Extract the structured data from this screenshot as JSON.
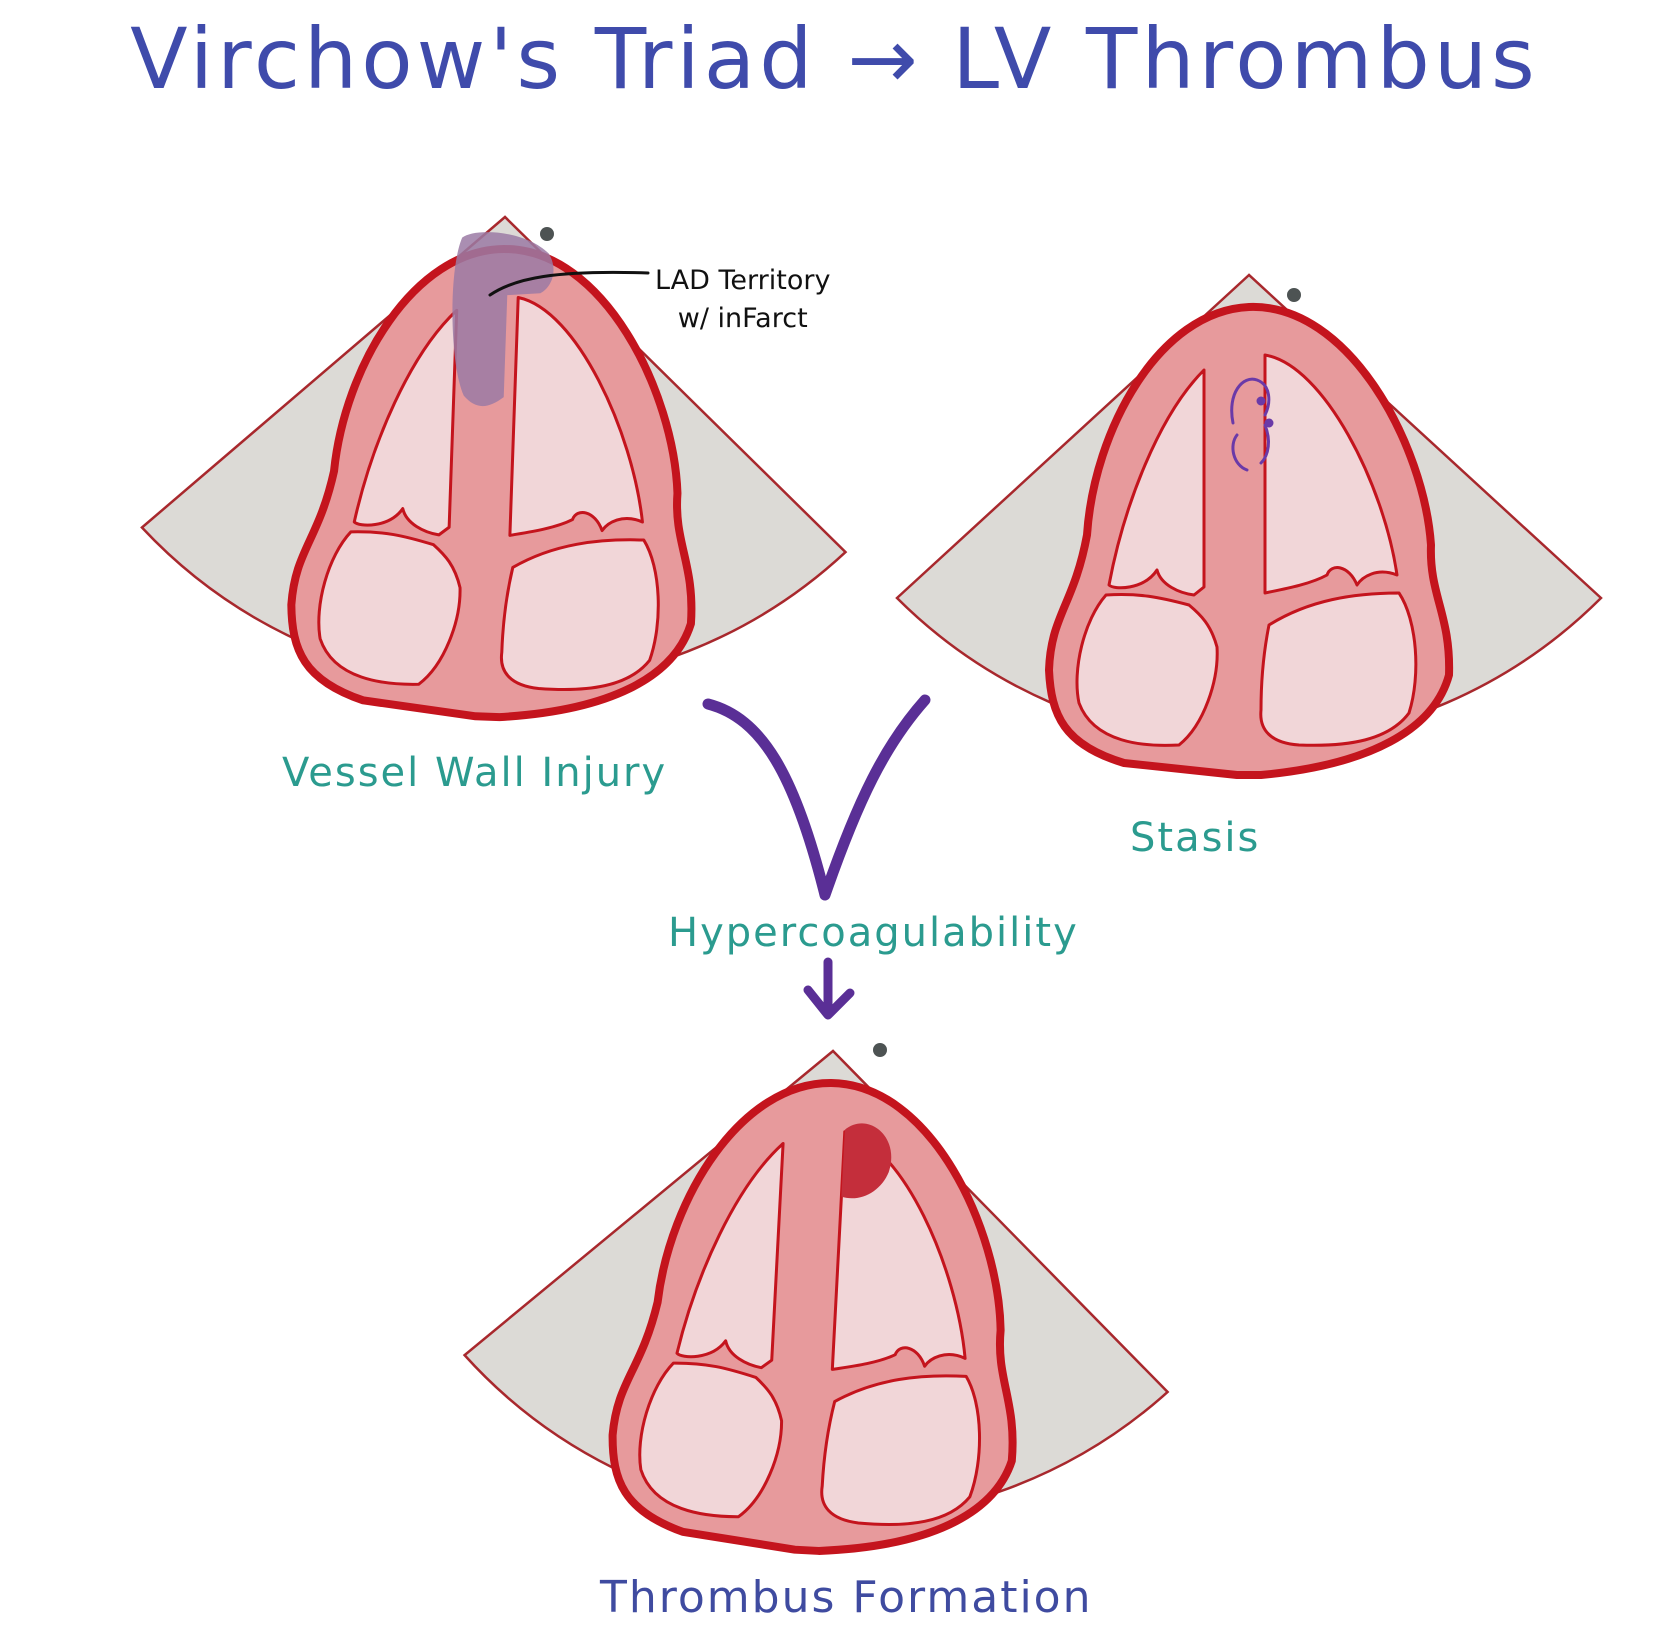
{
  "title": "Virchow's Triad → LV Thrombus",
  "annotation": {
    "line1": "LAD Territory",
    "line2": "w/ inFarct"
  },
  "labels": {
    "vessel_wall_injury": "Vessel Wall Injury",
    "stasis": "Stasis",
    "hypercoagulability": "Hypercoagulability",
    "thrombus_formation": "Thrombus Formation"
  },
  "colors": {
    "title": "#3f4bab",
    "teal_labels": "#2b9b8f",
    "indigo_labels": "#3f4ba0",
    "arrows": "#5a2f96",
    "wall_outline": "#c4141d",
    "myocardium": "#e79a9c",
    "chamber": "#f1d6d8",
    "sector": "#dcdad6",
    "infarct": "#9b7aa4",
    "thrombus": "#c42e3b",
    "probe_dot": "#4d5353"
  },
  "icons": {
    "swirl": "flow-swirl-icon",
    "merge": "merge-arrow-icon",
    "down": "down-arrow-icon",
    "probe": "probe-marker-icon"
  }
}
